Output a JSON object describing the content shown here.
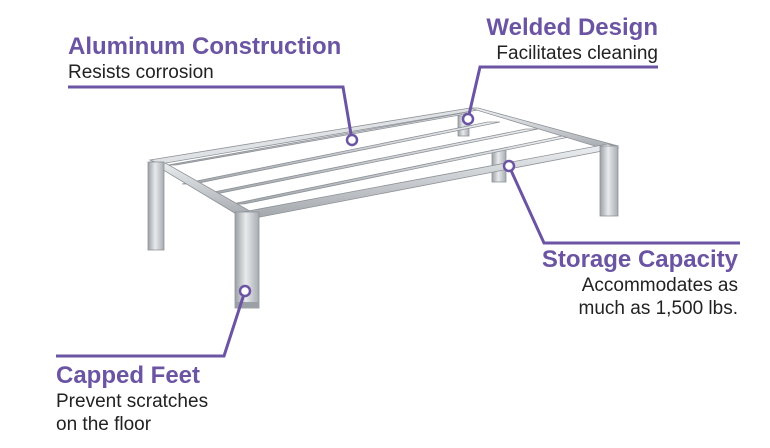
{
  "colors": {
    "accent": "#6b55a3",
    "metal_light": "#e4e6e8",
    "metal_mid": "#bfc3c7",
    "metal_dark": "#8e9398",
    "text": "#222222"
  },
  "callouts": {
    "aluminum": {
      "title": "Aluminum Construction",
      "desc": "Resists corrosion"
    },
    "welded": {
      "title": "Welded Design",
      "desc": "Facilitates cleaning"
    },
    "storage": {
      "title": "Storage Capacity",
      "desc_line1": "Accommodates as",
      "desc_line2": "much as 1,500 lbs."
    },
    "feet": {
      "title": "Capped Feet",
      "desc_line1": "Prevent scratches",
      "desc_line2": "on the floor"
    }
  }
}
